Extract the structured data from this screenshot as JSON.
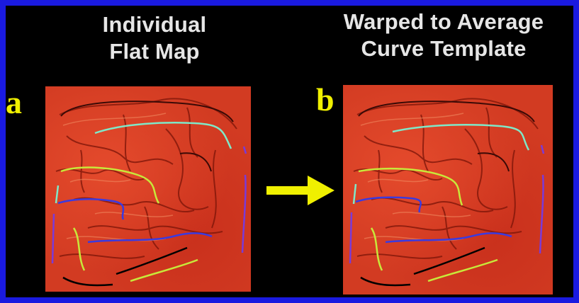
{
  "panel_a": {
    "label": "a",
    "title_line1": "Individual",
    "title_line2": "Flat Map"
  },
  "panel_b": {
    "label": "b",
    "title_line1": "Warped to Average",
    "title_line2": "Curve Template"
  },
  "colors": {
    "border": "#1a1ae0",
    "background": "#000000",
    "title_text": "#e6e6e6",
    "panel_label": "#f0f000",
    "arrow": "#f0f000",
    "map_red": "#d23b22",
    "curve_cyan": "#7fe8c8",
    "curve_yellow_green": "#c8e83a",
    "curve_blue": "#3a3ae0",
    "curve_purple": "#7a3ad8",
    "curve_black": "#000000"
  },
  "icons": {
    "arrow": "right-arrow-icon"
  }
}
